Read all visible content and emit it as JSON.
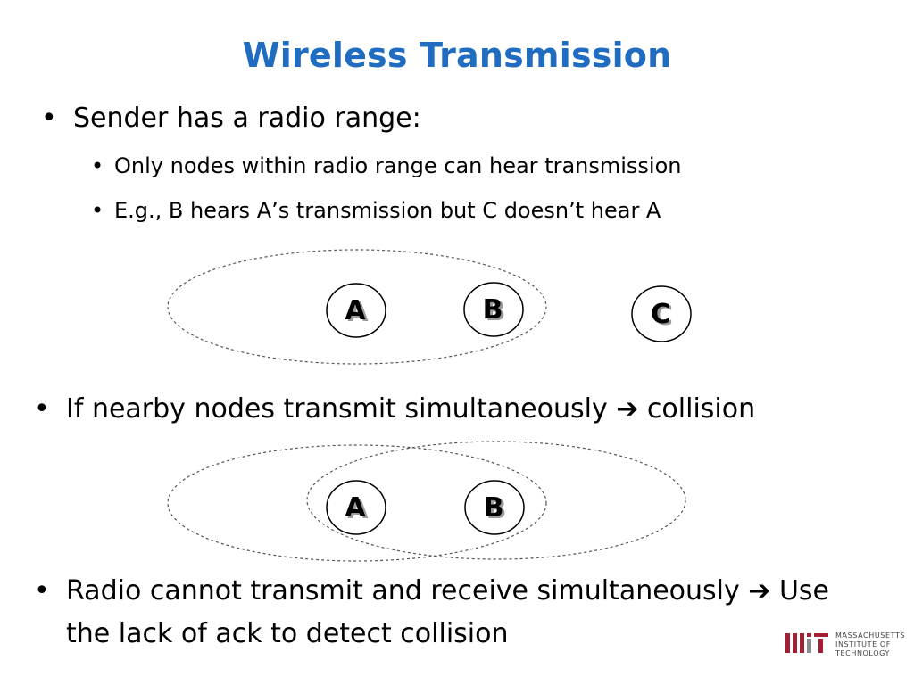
{
  "title": "Wireless Transmission",
  "bullets": {
    "b1": "Sender has a radio range:",
    "b1_sub1": "Only nodes within radio range can hear transmission",
    "b1_sub2": "E.g., B hears A’s transmission but C doesn’t hear A",
    "b2": "If nearby nodes transmit simultaneously ➔ collision",
    "b3_line1": "Radio cannot transmit and receive simultaneously ➔ Use",
    "b3_line2": "the lack of ack to detect collision",
    "dot": "•"
  },
  "diagram1": {
    "nodes": [
      "A",
      "B",
      "C"
    ]
  },
  "diagram2": {
    "nodes": [
      "A",
      "B"
    ]
  },
  "logo": {
    "line1": "MASSACHUSETTS",
    "line2": "INSTITUTE OF",
    "line3": "TECHNOLOGY"
  },
  "colors": {
    "title": "#1f6cc0",
    "logo_red": "#a31f34",
    "logo_gray": "#8a8b8c"
  }
}
